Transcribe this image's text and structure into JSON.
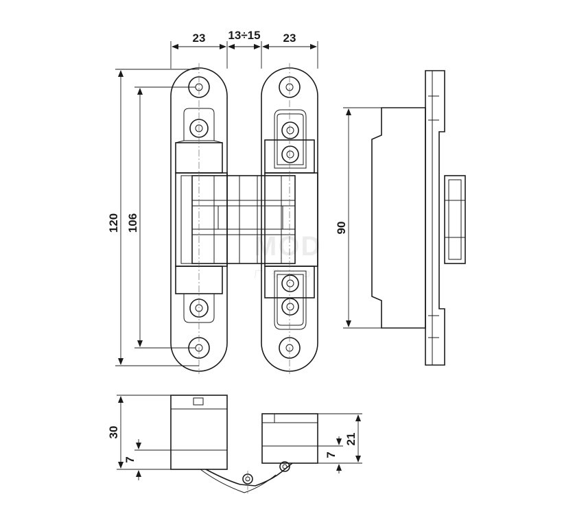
{
  "dimensions": {
    "top_left_width": "23",
    "top_gap": "13÷15",
    "top_right_width": "23",
    "overall_height": "120",
    "hole_spacing": "106",
    "side_height": "90",
    "bottom_height": "30",
    "bottom_offset_left": "7",
    "bottom_offset_right": "7",
    "bottom_right_height": "21"
  },
  "watermark": {
    "logo": "MOD",
    "sub": "广 德 A D"
  }
}
